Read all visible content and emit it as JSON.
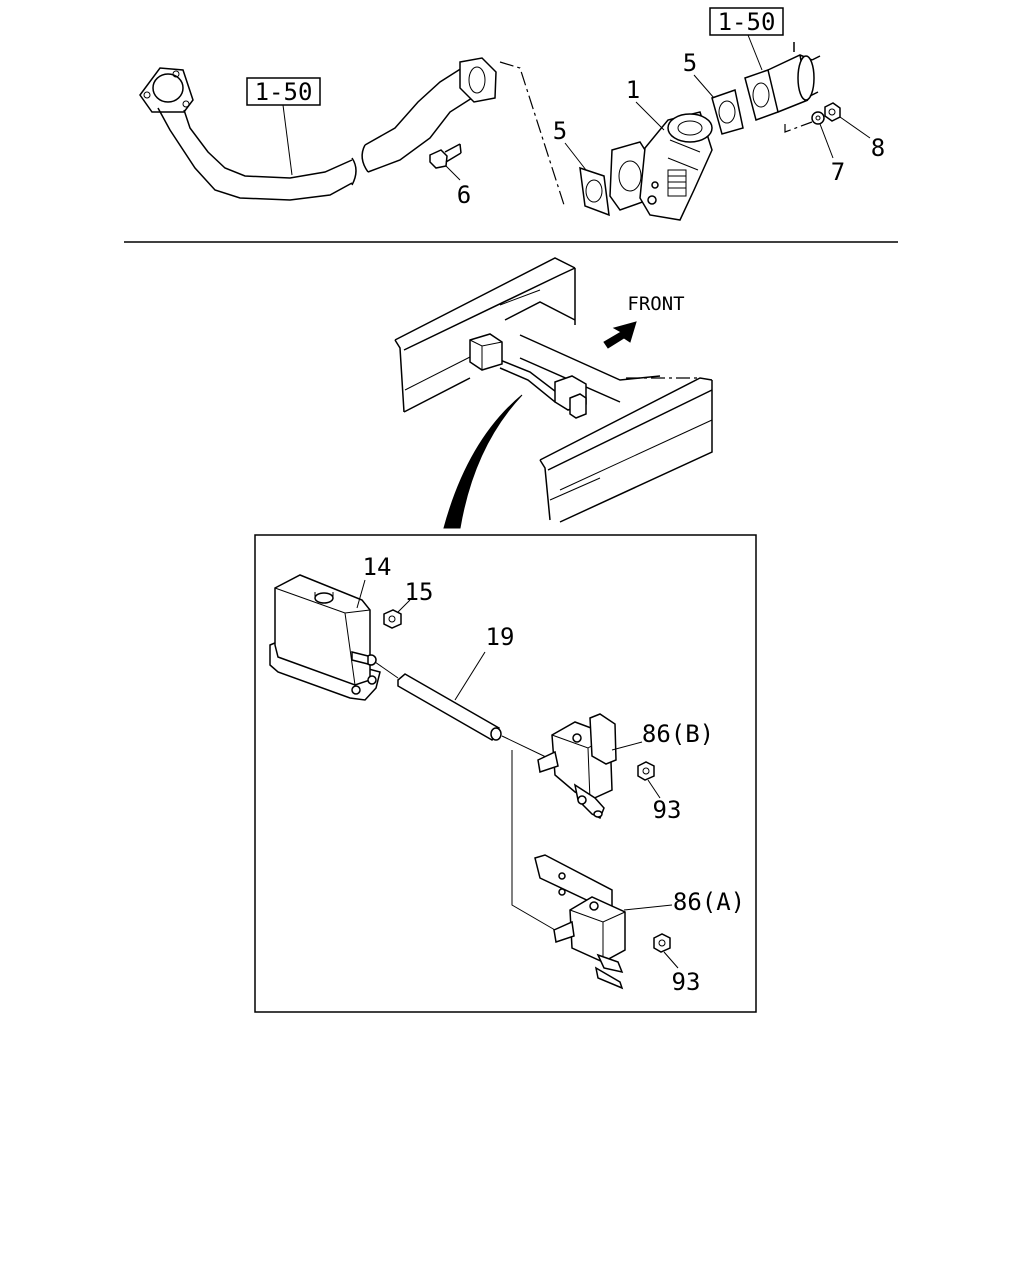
{
  "diagram": {
    "ref_boxes": [
      "1-50",
      "1-50"
    ],
    "callouts": {
      "c1": "1",
      "c5a": "5",
      "c5b": "5",
      "c6": "6",
      "c7": "7",
      "c8": "8",
      "c14": "14",
      "c15": "15",
      "c19": "19",
      "c86b": "86(B)",
      "c86a": "86(A)",
      "c93a": "93",
      "c93b": "93"
    },
    "front_label": "FRONT"
  }
}
